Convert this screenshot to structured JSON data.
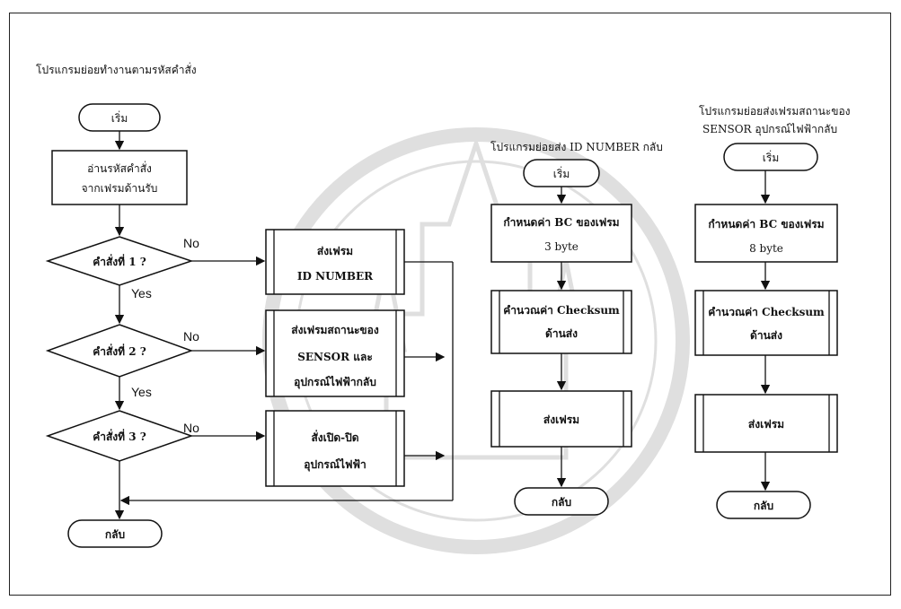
{
  "col1": {
    "title": "โปรแกรมย่อยทำงานตามรหัสคำสั่ง",
    "start": "เริ่ม",
    "read_line1": "อ่านรหัสคำสั่ง",
    "read_line2": "จากเฟรมด้านรับ",
    "decision1": "คำสั่งที่ 1 ?",
    "decision2": "คำสั่งที่ 2 ?",
    "decision3": "คำสั่งที่ 3 ?",
    "no": "No",
    "yes": "Yes",
    "proc1_line1": "ส่งเฟรม",
    "proc1_line2": "ID NUMBER",
    "proc2_line1": "ส่งเฟรมสถานะของ",
    "proc2_line2": "SENSOR และ",
    "proc2_line3": "อุปกรณ์ไฟฟ้ากลับ",
    "proc3_line1": "สั่งเปิด-ปิด",
    "proc3_line2": "อุปกรณ์ไฟฟ้า",
    "end": "กลับ"
  },
  "col2": {
    "title": "โปรแกรมย่อยส่ง ID NUMBER กลับ",
    "start": "เริ่ม",
    "set_line1": "กำหนดค่า BC ของเฟรม",
    "set_line2": "3 byte",
    "calc_line1": "คำนวณค่า Checksum",
    "calc_line2": "ด้านส่ง",
    "send": "ส่งเฟรม",
    "end": "กลับ"
  },
  "col3": {
    "title_line1": "โปรแกรมย่อยส่งเฟรมสถานะของ",
    "title_line2": "SENSOR อุปกรณ์ไฟฟ้ากลับ",
    "start": "เริ่ม",
    "set_line1": "กำหนดค่า BC ของเฟรม",
    "set_line2": "8 byte",
    "calc_line1": "คำนวณค่า Checksum",
    "calc_line2": "ด้านส่ง",
    "send": "ส่งเฟรม",
    "end": "กลับ"
  }
}
